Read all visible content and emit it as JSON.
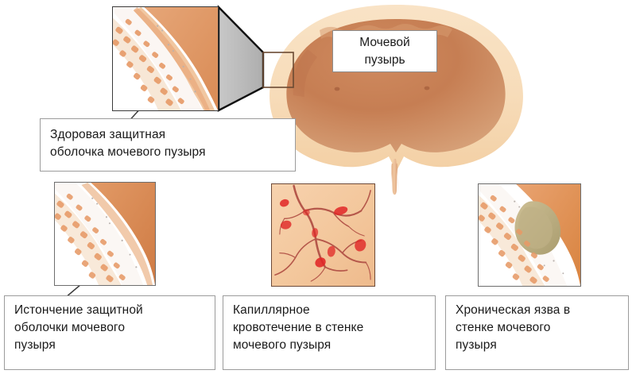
{
  "diagram": {
    "title_label": {
      "name": "bladder-label",
      "lines": [
        "Мочевой",
        "пузырь"
      ]
    },
    "callouts": [
      {
        "id": "healthy-lining",
        "lines": [
          "Здоровая защитная",
          "оболочка мочевого пузыря"
        ]
      },
      {
        "id": "thinning-lining",
        "lines": [
          "Истончение защитной",
          "оболочки мочевого",
          "пузыря"
        ]
      },
      {
        "id": "capillary-bleeding",
        "lines": [
          "Капиллярное",
          "кровотечение в стенке",
          "мочевого пузыря"
        ]
      },
      {
        "id": "chronic-ulcer",
        "lines": [
          "Хроническая язва в",
          "стенке мочевого",
          "пузыря"
        ]
      }
    ],
    "panels": [
      {
        "id": "inset-top",
        "caption_ref": "healthy-lining"
      },
      {
        "id": "panel-thinning",
        "caption_ref": "thinning-lining"
      },
      {
        "id": "panel-capillary",
        "caption_ref": "capillary-bleeding"
      },
      {
        "id": "panel-ulcer",
        "caption_ref": "chronic-ulcer"
      }
    ],
    "colors": {
      "bladder_outer": "#f7dcb9",
      "bladder_outer_edge": "#f2cfa4",
      "bladder_inner": "#c2784f",
      "bladder_inner_light": "#dda077",
      "tissue_background": "#ffffff",
      "tissue_muscle": "#e8a87a",
      "tissue_lining": "#d98b55",
      "capillary_background": "#f4c79e",
      "capillary_vessel": "#b5574a",
      "capillary_hemorrhage": "#e02626",
      "ulcer_mass": "#bdae86",
      "magnifier_cone": "#b9b9b9",
      "box_border": "#9b9b9b",
      "text": "#1a1a1a"
    }
  }
}
